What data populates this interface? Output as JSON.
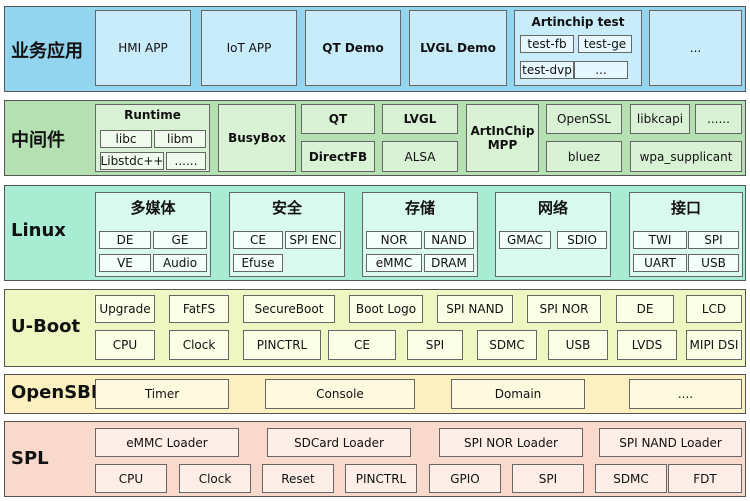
{
  "layers": {
    "app": {
      "title": "业务应用",
      "items": [
        "HMI APP",
        "IoT APP",
        "QT Demo",
        "LVGL Demo"
      ],
      "test_group": {
        "title": "Artinchip test",
        "items": [
          "test-fb",
          "test-ge",
          "test-dvp",
          "..."
        ]
      },
      "more": "..."
    },
    "middleware": {
      "title": "中间件",
      "runtime": {
        "title": "Runtime",
        "items": [
          "libc",
          "libm",
          "Libstdc++",
          "......"
        ]
      },
      "busybox": "BusyBox",
      "qt": "QT",
      "lvgl": "LVGL",
      "directfb": "DirectFB",
      "alsa": "ALSA",
      "artinchip_mpp": "ArtInChip MPP",
      "openssl": "OpenSSL",
      "libkcapi": "libkcapi",
      "more": "......",
      "bluez": "bluez",
      "wpa": "wpa_supplicant"
    },
    "linux": {
      "title": "Linux",
      "groups": [
        {
          "title": "多媒体",
          "items": [
            "DE",
            "GE",
            "VE",
            "Audio"
          ]
        },
        {
          "title": "安全",
          "items": [
            "CE",
            "SPI ENC",
            "Efuse"
          ]
        },
        {
          "title": "存储",
          "items": [
            "NOR",
            "NAND",
            "eMMC",
            "DRAM"
          ]
        },
        {
          "title": "网络",
          "items": [
            "GMAC",
            "SDIO"
          ]
        },
        {
          "title": "接口",
          "items": [
            "TWI",
            "SPI",
            "UART",
            "USB"
          ]
        }
      ]
    },
    "uboot": {
      "title": "U-Boot",
      "row1": [
        "Upgrade",
        "FatFS",
        "SecureBoot",
        "Boot Logo",
        "SPI NAND",
        "SPI NOR",
        "DE",
        "LCD"
      ],
      "row2": [
        "CPU",
        "Clock",
        "PINCTRL",
        "CE",
        "SPI",
        "SDMC",
        "USB",
        "LVDS",
        "MIPI DSI"
      ]
    },
    "opensbi": {
      "title": "OpenSBI",
      "items": [
        "Timer",
        "Console",
        "Domain",
        "...."
      ]
    },
    "spl": {
      "title": "SPL",
      "row1": [
        "eMMC Loader",
        "SDCard Loader",
        "SPI NOR Loader",
        "SPI NAND Loader"
      ],
      "row2": [
        "CPU",
        "Clock",
        "Reset",
        "PINCTRL",
        "GPIO",
        "SPI",
        "SDMC",
        "FDT"
      ]
    }
  }
}
